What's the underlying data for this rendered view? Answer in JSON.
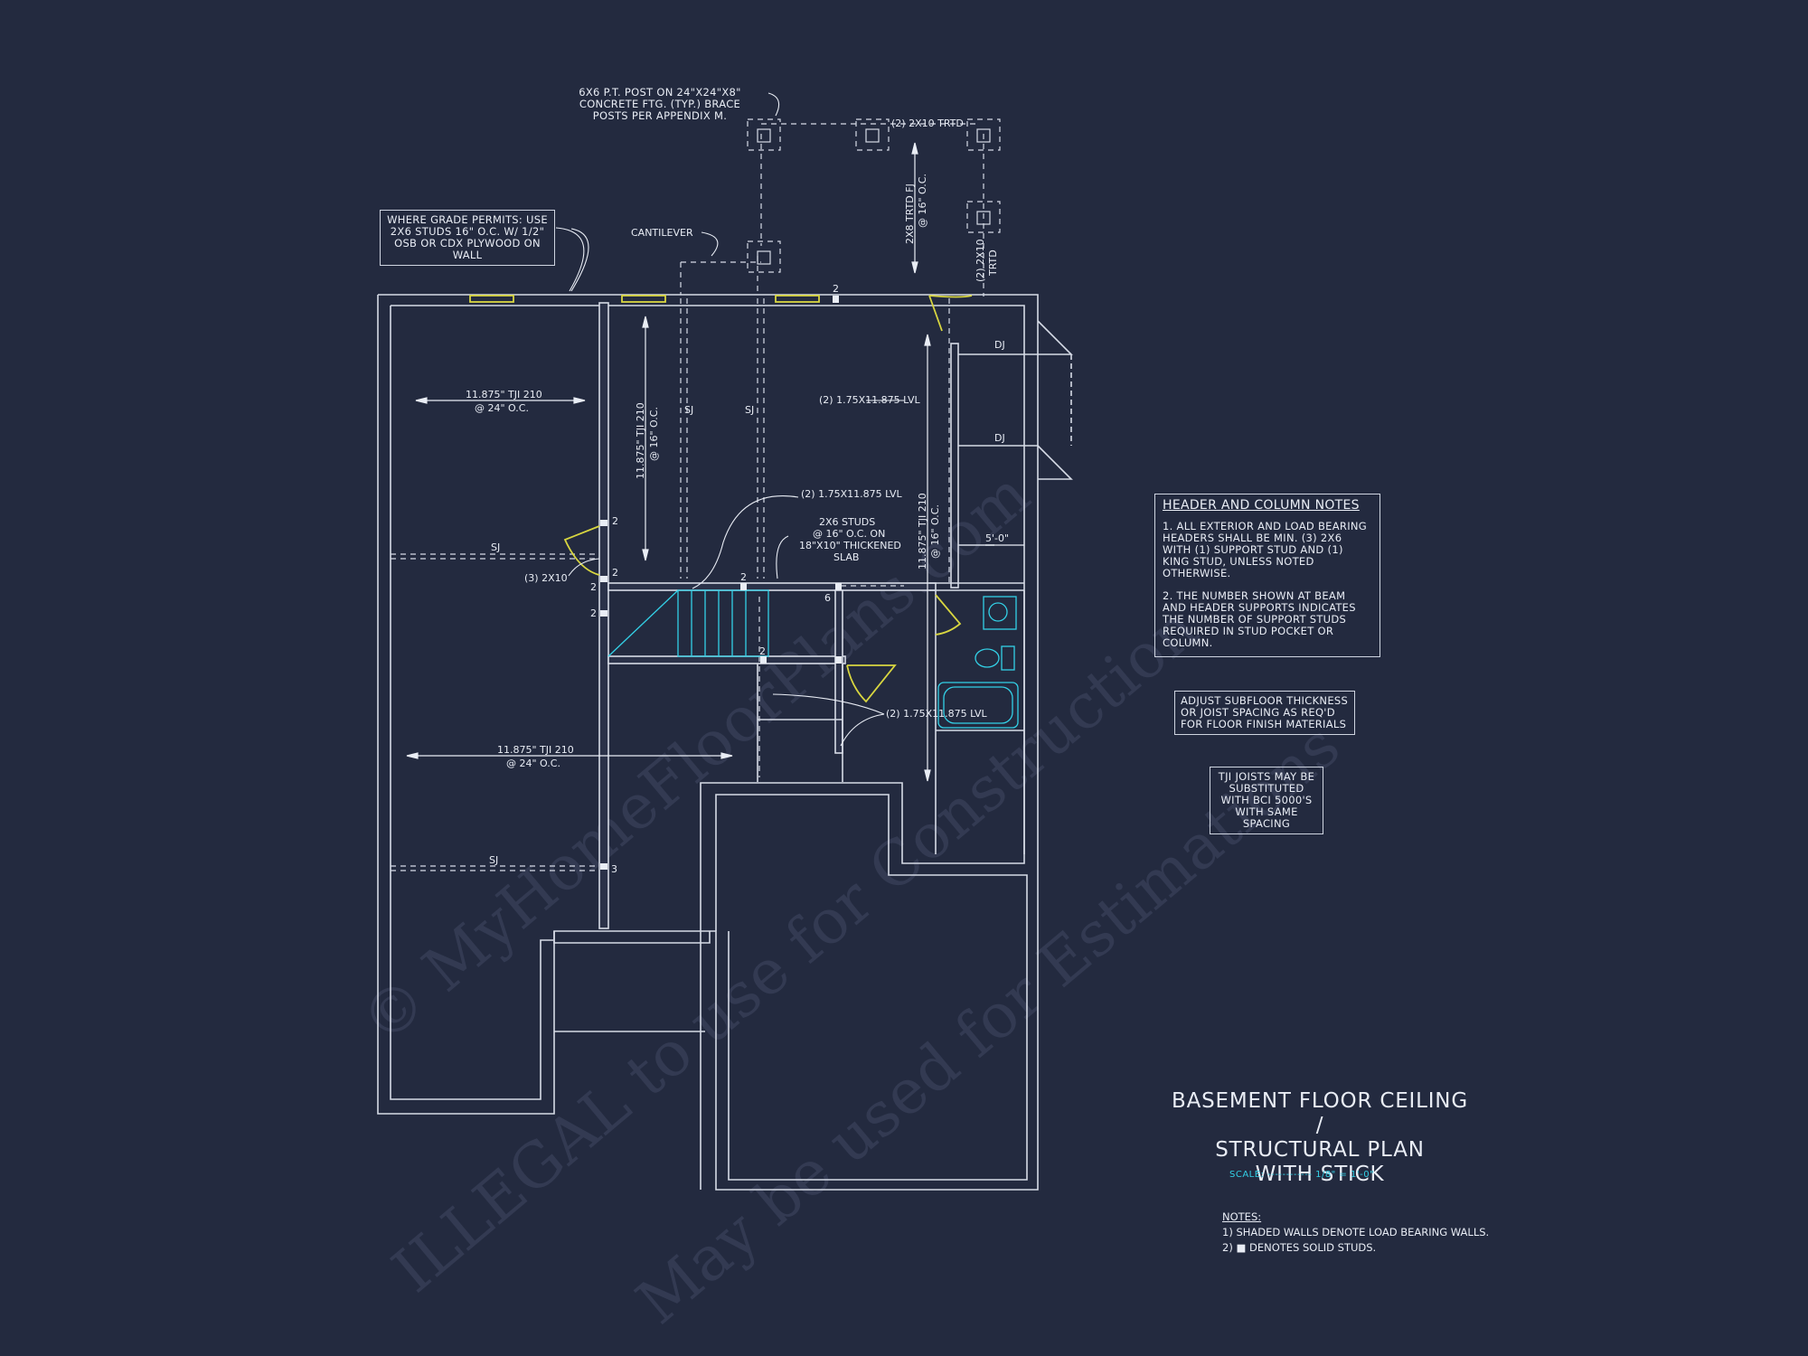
{
  "watermark": {
    "line1": "© MyHomeFloorPlans.com",
    "line2": "ILLEGAL to use for Construction",
    "line3": "May be used for Estimations"
  },
  "notes_top": {
    "post": "6x6 P.T. POST ON 24\"x24\"x8\" CONCRETE FTG. (TYP.) BRACE POSTS PER APPENDIX M.",
    "grade": "WHERE GRADE PERMITS: USE 2x6 STUDS 16\" O.C. w/ 1/2\" OSB OR CDX PLYWOOD ON WALL",
    "cantilever": "CANTILEVER",
    "trtd_2x10": "(2) 2x10 TRTD",
    "trtd_fj": "2x8 TRTD FJ",
    "trtd_fj_oc": "@ 16\" O.C.",
    "trtd_vertical": "(2) 2x10",
    "trtd_vertical_2": "TRTD"
  },
  "plan_labels": {
    "tji_top_left": "11.875\" TJI 210",
    "tji_top_left_oc": "@ 24\" O.C.",
    "tji_bottom_left": "11.875\" TJI 210",
    "tji_bottom_left_oc": "@ 24\" O.C.",
    "tji_center": "11.875\" TJI 210",
    "tji_center_oc": "@ 16\" O.C.",
    "tji_right": "11.875\" TJI 210",
    "tji_right_oc": "@ 16\" O.C.",
    "sj": "SJ",
    "dj": "DJ",
    "lvl_upper": "(2) 1.75x11.875 LVL",
    "lvl_mid": "(2) 1.75x11.875 LVL",
    "lvl_lower": "(2) 1.75x11.875 LVL",
    "studs_note": [
      "2x6 STUDS",
      "@ 16\" O.C. ON",
      "18\"x10\" THICKENED",
      "SLAB"
    ],
    "header_3_2x10": "(3) 2x10",
    "dim_5_0": "5'-0\"",
    "stud_counts": [
      "2",
      "2",
      "2",
      "2",
      "2",
      "2",
      "2",
      "3",
      "6"
    ]
  },
  "header_notes": {
    "title": "HEADER AND COLUMN NOTES",
    "note1": "1. ALL EXTERIOR AND LOAD BEARING HEADERS SHALL BE MIN. (3) 2x6 WITH (1) SUPPORT STUD AND (1) KING STUD, UNLESS NOTED OTHERWISE.",
    "note2": "2. THE NUMBER SHOWN AT BEAM AND HEADER SUPPORTS INDICATES THE NUMBER OF SUPPORT STUDS REQUIRED IN STUD POCKET OR COLUMN."
  },
  "subfloor_note": "ADJUST SUBFLOOR THICKNESS OR JOIST SPACING AS REQ'D FOR FLOOR FINISH MATERIALS",
  "tji_note": "TJI JOISTS MAY BE SUBSTITUTED WITH BCI 5000'S WITH SAME SPACING",
  "title": {
    "line1": "BASEMENT FLOOR CEILING /",
    "line2": "STRUCTURAL PLAN",
    "line3": "WITH STICK",
    "scale": "SCALE: ------------ 1/8\" = 1'-0\""
  },
  "notes": {
    "heading": "NOTES:",
    "item1": "1) SHADED WALLS DENOTE LOAD BEARING WALLS.",
    "item2": "2) ■ DENOTES SOLID STUDS."
  },
  "colors": {
    "background": "#232a3f",
    "lines": "#d6dbe6",
    "accent_cyan": "#33d0e6",
    "accent_yellow": "#d8d640"
  }
}
